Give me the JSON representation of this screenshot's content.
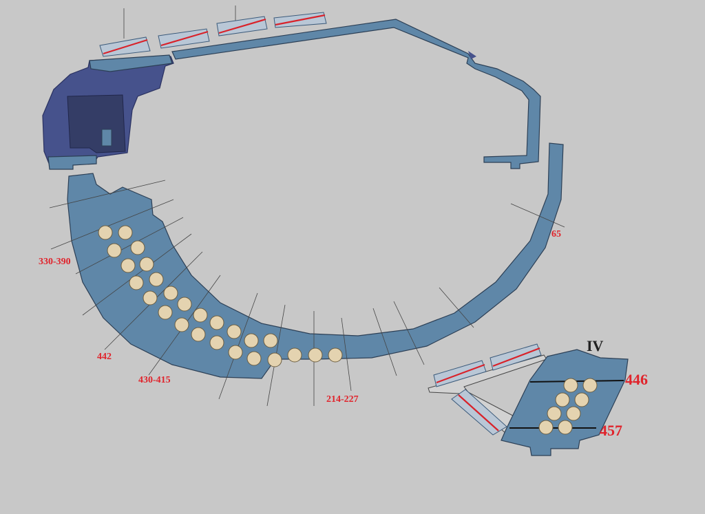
{
  "labels": {
    "l_330_390": "330-390",
    "l_442": "442",
    "l_430_415": "430-415",
    "l_214_227": "214-227",
    "l_65": "65",
    "l_iv": "IV",
    "l_446": "446",
    "l_457": "457"
  },
  "colors": {
    "background": "#c8c8c8",
    "hull": "#5f87a8",
    "hull_dark": "#46528c",
    "label_red": "#e0242c",
    "ball": "#e4d3b0"
  }
}
